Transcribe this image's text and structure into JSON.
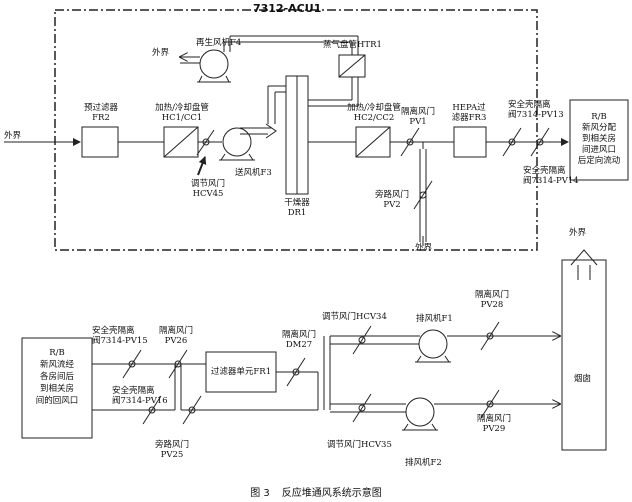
{
  "acu_title": "7312-ACU1",
  "top": {
    "outside_left": "外界",
    "outside_bottom": "外界",
    "prefilter": [
      "预过滤器",
      "FR2"
    ],
    "coil1": [
      "加热/冷却盘管",
      "HC1/CC1"
    ],
    "damper_hcv45": [
      "调节风门",
      "HCV45"
    ],
    "fan_f3": "送风机F3",
    "regen_fan": "再生风机F4",
    "regen_out": "外界",
    "steam_coil": "蒸气盘管HTR1",
    "dryer": [
      "干燥器",
      "DR1"
    ],
    "coil2": [
      "加热/冷却盘管",
      "HC2/CC2"
    ],
    "iso_pv1": [
      "隔离风门",
      "PV1"
    ],
    "bypass_pv2": [
      "旁路风门",
      "PV2"
    ],
    "hepa": [
      "HEPA过",
      "滤器FR3"
    ],
    "pv13": [
      "安全壳隔离",
      "阀7314-PV13"
    ],
    "pv14": [
      "安全壳隔离",
      "阀7314-PV14"
    ],
    "rb_out": [
      "R/B",
      "新风分配",
      "到相关房",
      "间进风口",
      "后定向流动"
    ]
  },
  "bottom": {
    "rb_in": [
      "R/B",
      "新风流经",
      "各房间后",
      "到相关房",
      "间的回风口"
    ],
    "pv15": [
      "安全壳隔离",
      "阀7314-PV15"
    ],
    "pv16": [
      "安全壳隔离",
      "阀7314-PV16"
    ],
    "pv26": [
      "隔离风门",
      "PV26"
    ],
    "pv25": [
      "旁路风门",
      "PV25"
    ],
    "filter_fr1": "过滤器单元FR1",
    "dm27": [
      "隔离风门",
      "DM27"
    ],
    "hcv34": "调节风门HCV34",
    "hcv35": "调节风门HCV35",
    "fan_f1": "排风机F1",
    "fan_f2": "排风机F2",
    "pv28": [
      "隔离风门",
      "PV28"
    ],
    "pv29": [
      "隔离风门",
      "PV29"
    ],
    "stack": "烟囱",
    "stack_out": "外界"
  },
  "caption": {
    "figure_no": "图 3",
    "title": "反应堆通风系统示意图"
  }
}
